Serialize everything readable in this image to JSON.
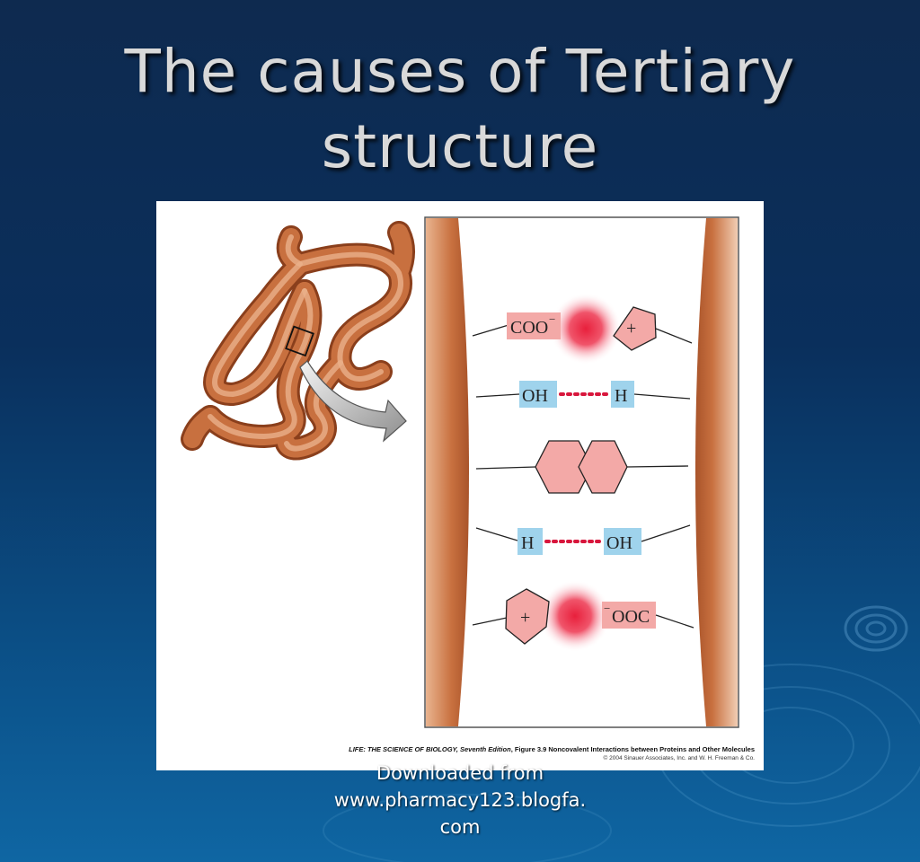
{
  "slide": {
    "title_line1": "The causes of Tertiary",
    "title_line2": "structure",
    "footer_line1": "Downloaded from",
    "footer_line2": "www.pharmacy123.blogfa.",
    "footer_line3": "com"
  },
  "figure": {
    "caption_source": "LIFE: THE SCIENCE OF BIOLOGY, Seventh Edition",
    "caption_figure": ", Figure 3.9 Noncovalent Interactions between Proteins and Other Molecules",
    "copyright": "© 2004 Sinauer Associates, Inc. and W. H. Freeman & Co.",
    "labels": {
      "coo_top": "COO",
      "minus_sup": "−",
      "plus_top": "+",
      "oh_left": "OH",
      "h_right": "H",
      "h_left": "H",
      "oh_right": "OH",
      "plus_bottom": "+",
      "minus_pre": "−",
      "ooc_bottom": "OOC"
    }
  },
  "colors": {
    "accent_salmon": "#f3a9a7",
    "hbond_blue": "#9fd3ec",
    "hbond_dot": "#d8163c",
    "protein_brown": "#c8703f"
  }
}
